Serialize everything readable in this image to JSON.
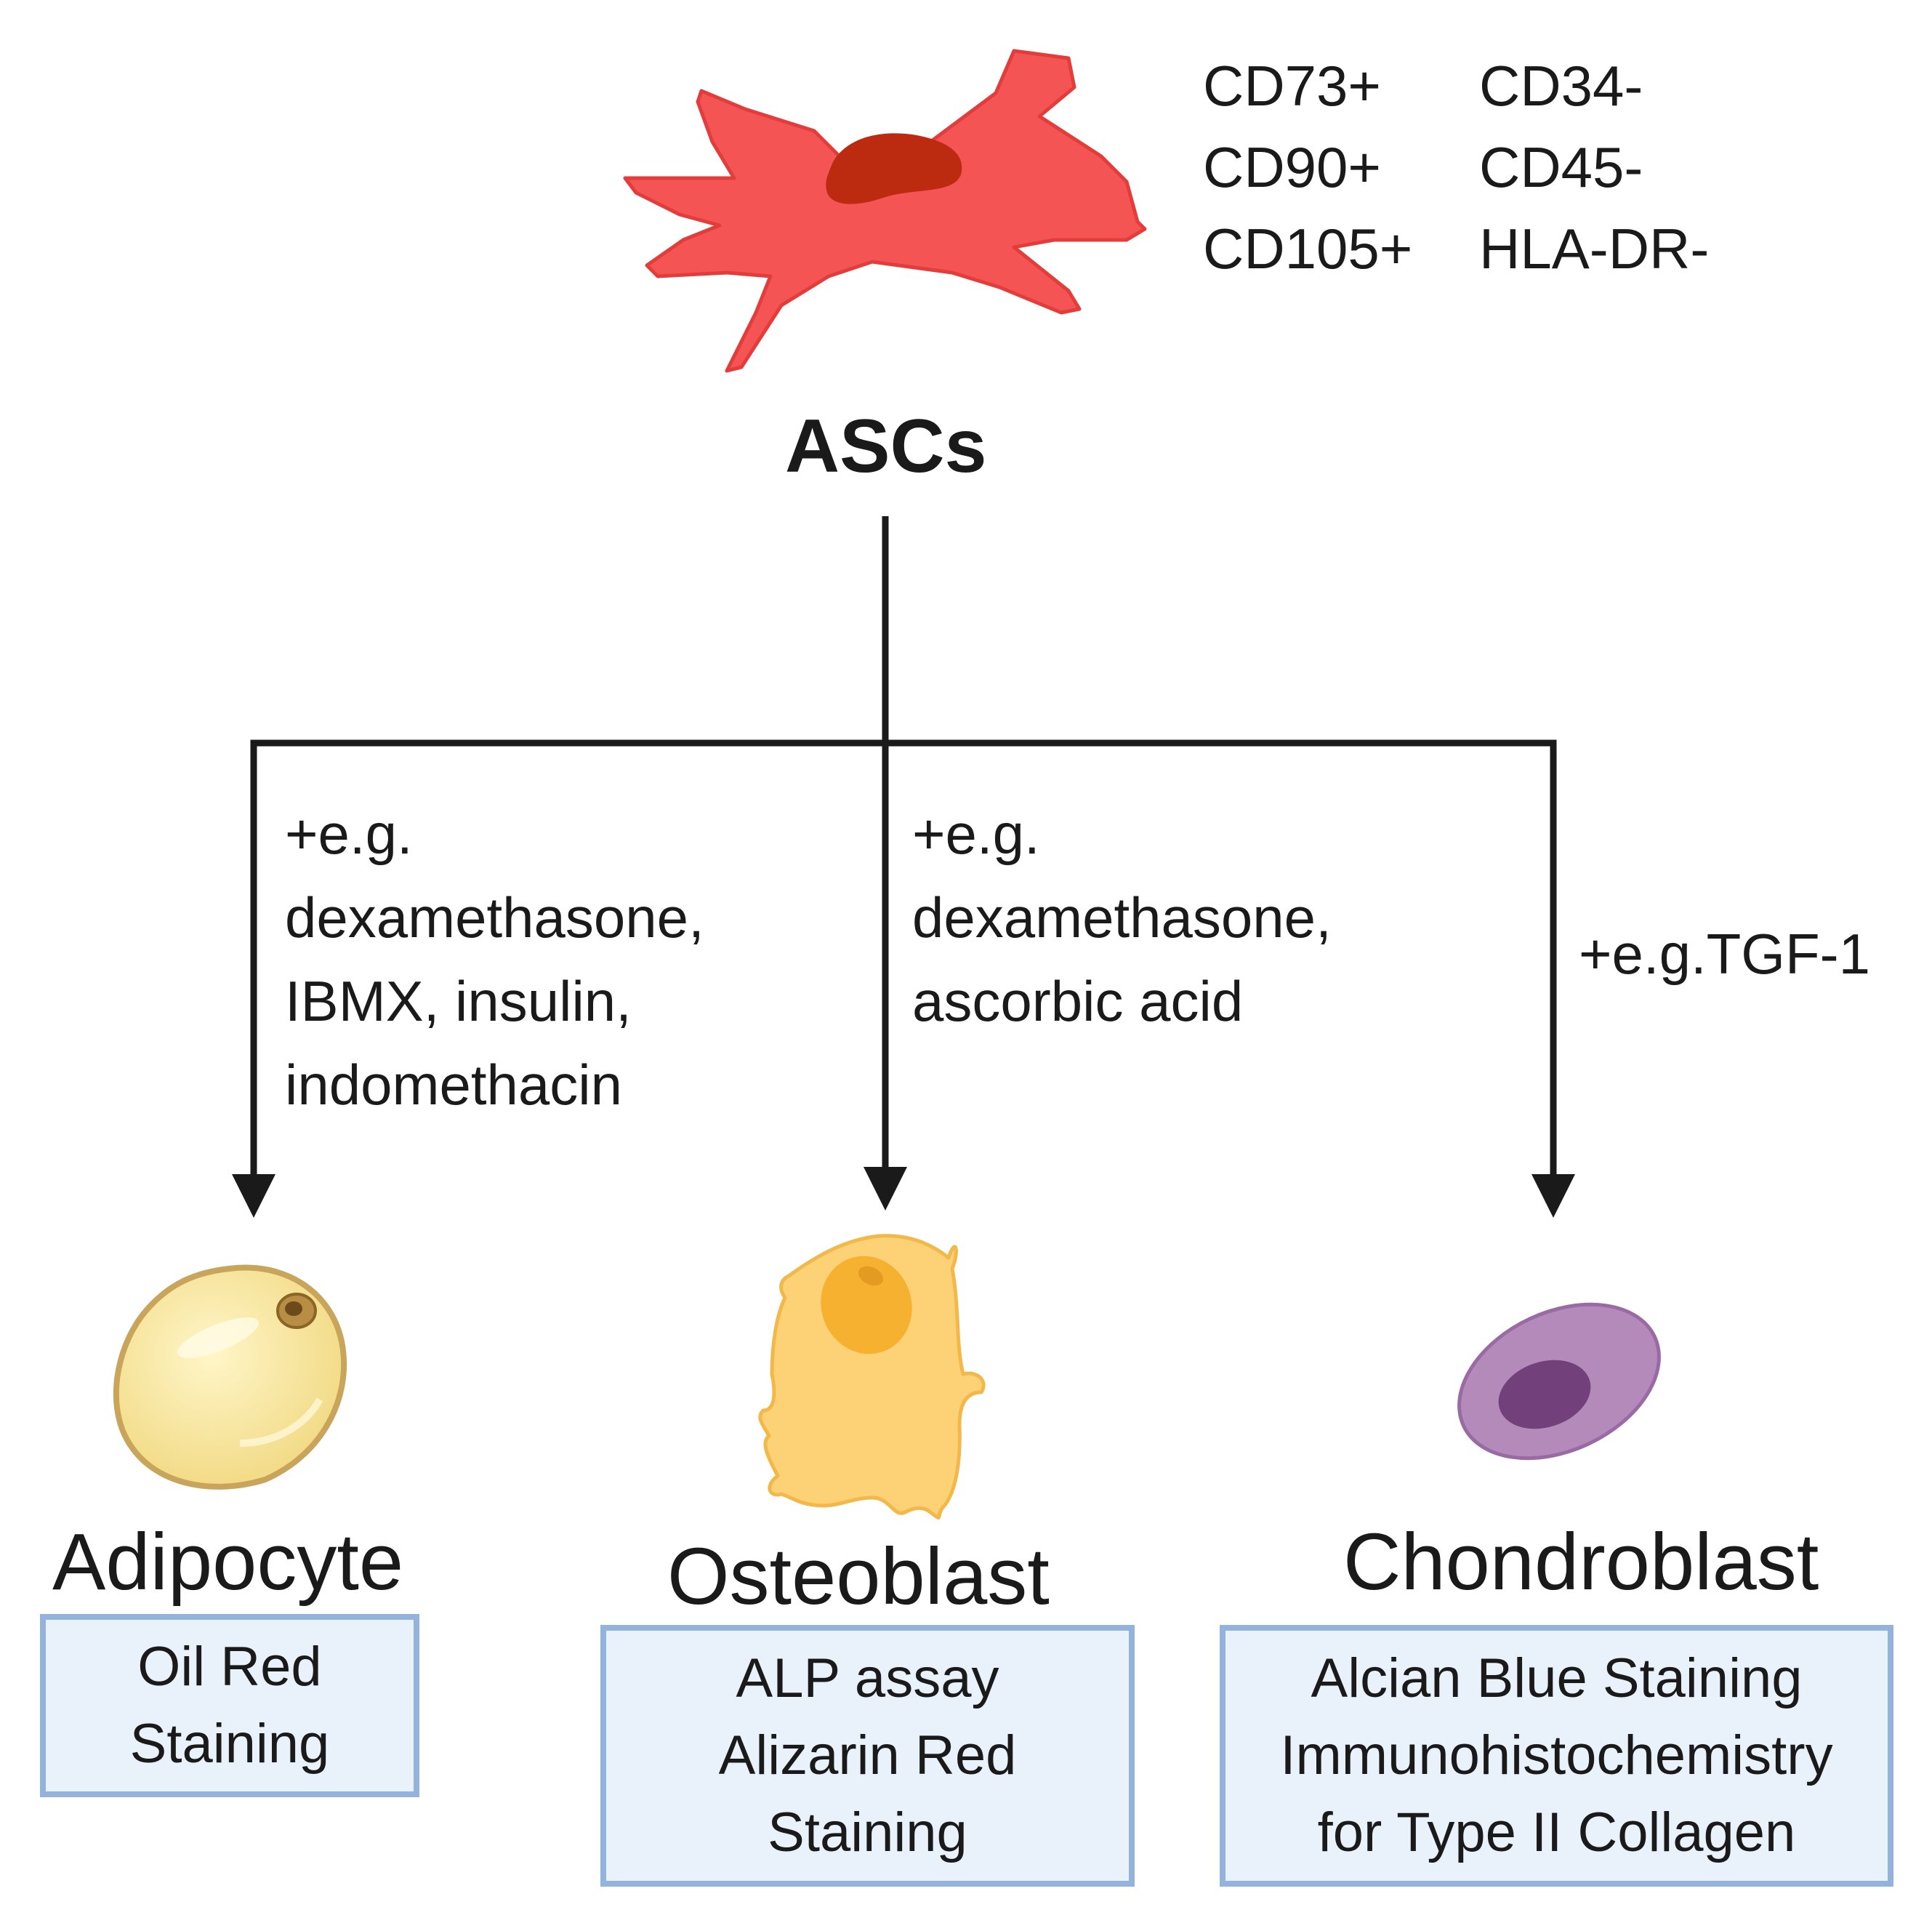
{
  "source_cell": {
    "label": "ASCs",
    "markers_positive": [
      "CD73+",
      "CD90+",
      "CD105+"
    ],
    "markers_negative": [
      "CD34-",
      "CD45-",
      "HLA-DR-"
    ],
    "color": "#f04a48"
  },
  "branches": [
    {
      "conditions": [
        "+e.g.",
        "dexamethasone,",
        "IBMX, insulin,",
        "indomethacin"
      ],
      "cell": "Adipocyte",
      "assays": [
        "Oil Red",
        "Staining"
      ],
      "color": "#f3dc8c"
    },
    {
      "conditions": [
        "+e.g.",
        "dexamethasone,",
        "ascorbic acid"
      ],
      "cell": "Osteoblast",
      "assays": [
        "ALP assay",
        "Alizarin Red",
        "Staining"
      ],
      "color": "#fbd46f"
    },
    {
      "conditions": [
        "+e.g.TGF-1"
      ],
      "cell": "Chondroblast",
      "assays": [
        "Alcian Blue Staining",
        "Immunohistochemistry",
        "for Type II Collagen"
      ],
      "color": "#b48aba"
    }
  ],
  "colors": {
    "arrow": "#1a1a1a",
    "box_fill": "#e9f1fa",
    "box_border": "#93b2dc"
  }
}
